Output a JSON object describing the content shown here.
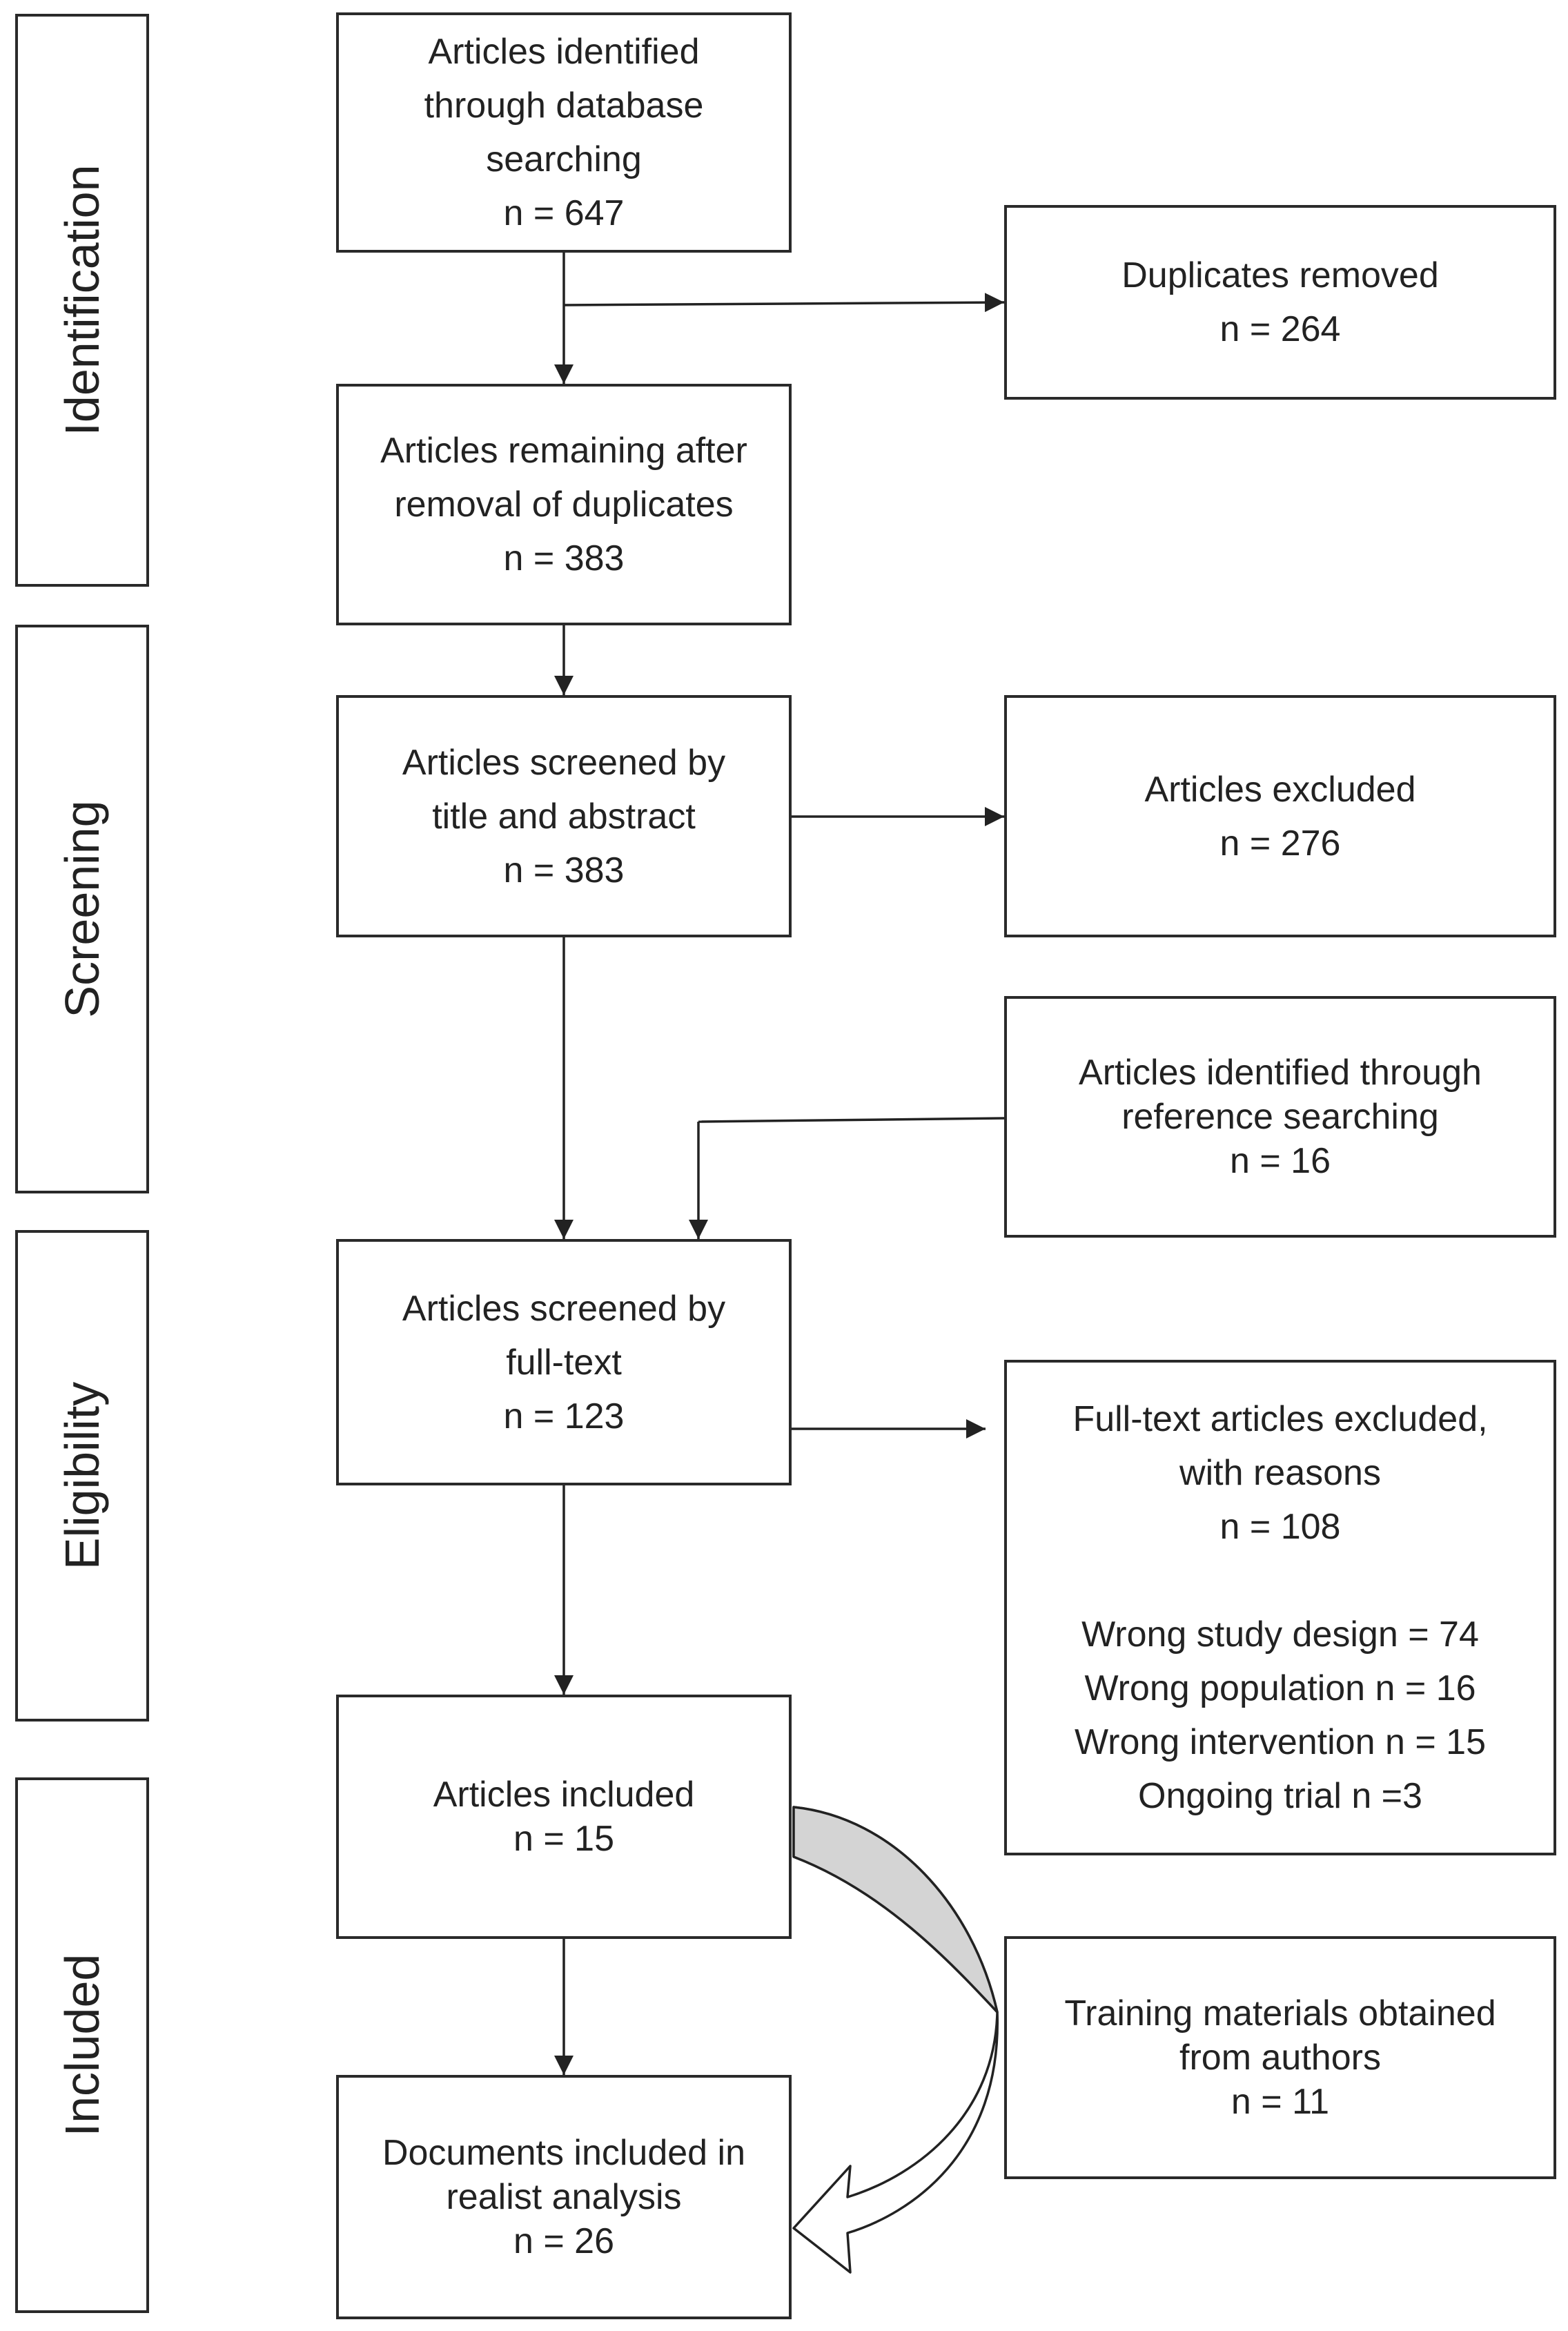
{
  "stages": [
    {
      "key": "identification",
      "label": "Identification"
    },
    {
      "key": "screening",
      "label": "Screening"
    },
    {
      "key": "eligibility",
      "label": "Eligibility"
    },
    {
      "key": "included",
      "label": "Included"
    }
  ],
  "boxes": {
    "database_search": {
      "lines": [
        "Articles identified",
        "through database",
        "searching",
        "n = 647"
      ]
    },
    "duplicates_removed": {
      "lines": [
        "Duplicates removed",
        "n = 264"
      ]
    },
    "after_duplicates": {
      "lines": [
        "Articles remaining after",
        "removal of duplicates",
        "n = 383"
      ]
    },
    "title_abstract": {
      "lines": [
        "Articles screened by",
        "title and abstract",
        "n = 383"
      ]
    },
    "excluded": {
      "lines": [
        "Articles excluded",
        "n = 276"
      ]
    },
    "reference_search": {
      "lines": [
        "Articles identified through",
        "reference searching",
        "n = 16"
      ]
    },
    "full_text": {
      "lines": [
        "Articles screened by",
        "full-text",
        "n = 123"
      ]
    },
    "full_text_excluded": {
      "lines": [
        "Full-text articles excluded,",
        "with reasons",
        "n = 108"
      ],
      "reasons": [
        "Wrong study design = 74",
        "Wrong population n = 16",
        "Wrong intervention n = 15",
        "Ongoing trial n =3"
      ]
    },
    "included": {
      "lines": [
        "Articles included",
        "n = 15"
      ]
    },
    "training_materials": {
      "lines": [
        "Training materials obtained",
        "from authors",
        "n = 11"
      ]
    },
    "realist_analysis": {
      "lines": [
        "Documents included in",
        "realist analysis",
        "n = 26"
      ]
    }
  }
}
